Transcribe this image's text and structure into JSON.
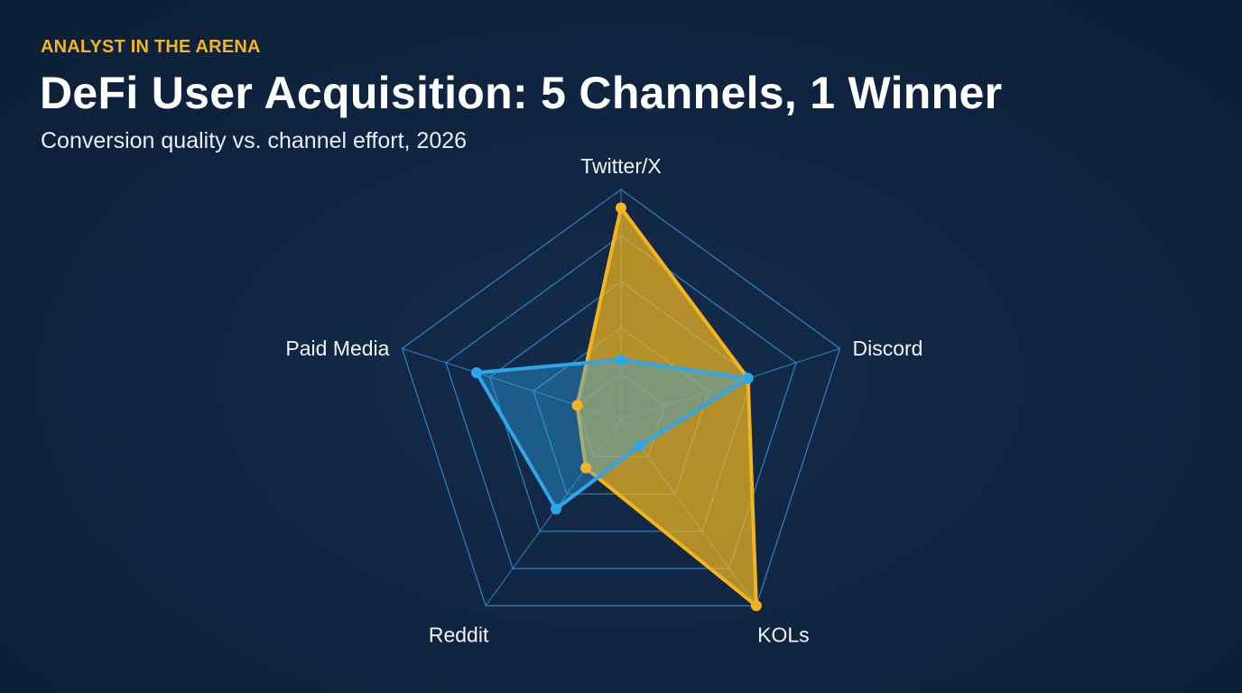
{
  "header": {
    "eyebrow": "ANALYST IN THE ARENA",
    "title": "DeFi User Acquisition: 5 Channels, 1 Winner",
    "subtitle": "Conversion quality vs. channel effort, 2026"
  },
  "colors": {
    "background": "#0f2440",
    "eyebrow": "#f2b51f",
    "grid": "#2f86c9",
    "series_gold": "#f2b51f",
    "series_blue": "#2ea6ea"
  },
  "chart_data": {
    "type": "radar",
    "title": "",
    "axes": [
      "Twitter/X",
      "Discord",
      "KOLs",
      "Reddit",
      "Paid Media"
    ],
    "rlim": [
      0,
      5
    ],
    "grid_levels": 5,
    "legend": "none",
    "series": [
      {
        "values": [
          4.6,
          2.9,
          5.0,
          1.3,
          1.0
        ],
        "color": "#f2b51f",
        "fill_opacity": 0.72
      },
      {
        "values": [
          1.3,
          2.9,
          0.7,
          2.4,
          3.3
        ],
        "color": "#2ea6ea",
        "fill_opacity": 0.4
      }
    ]
  }
}
